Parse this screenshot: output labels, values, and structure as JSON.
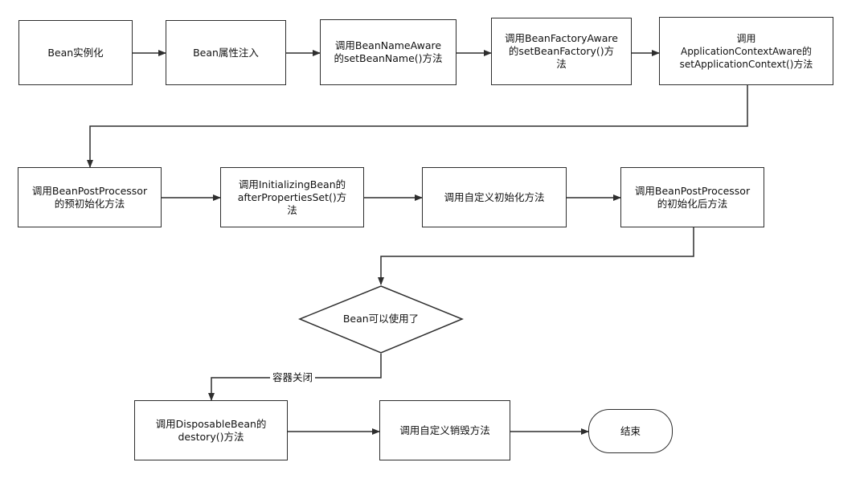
{
  "diagram": {
    "nodes": {
      "n1": "Bean实例化",
      "n2": "Bean属性注入",
      "n3": "调用BeanNameAware\n的setBeanName()方法",
      "n4": "调用BeanFactoryAware\n的setBeanFactory()方\n法",
      "n5": "调用\nApplicationContextAware的\nsetApplicationContext()方法",
      "n6": "调用BeanPostProcessor\n的预初始化方法",
      "n7": "调用InitializingBean的\nafterPropertiesSet()方\n法",
      "n8": "调用自定义初始化方法",
      "n9": "调用BeanPostProcessor\n的初始化后方法",
      "decision": "Bean可以使用了",
      "n10": "调用DisposableBean的\ndestory()方法",
      "n11": "调用自定义销毁方法",
      "end": "结束"
    },
    "edge_labels": {
      "container_close": "容器关闭"
    },
    "colors": {
      "stroke": "#2e2e2e",
      "fill": "#ffffff",
      "text": "#111111"
    }
  }
}
